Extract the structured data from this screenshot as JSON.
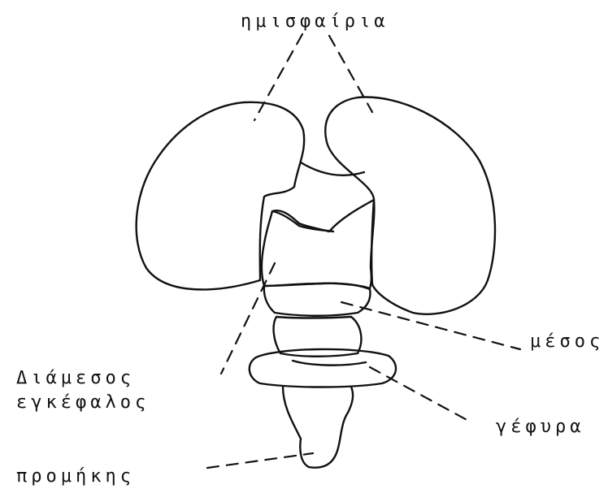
{
  "labels": {
    "hemispheres": "ημισφαίρια",
    "midbrain": "μέσος",
    "diencephalon_line1": "Διάμεσος",
    "diencephalon_line2": "εγκέφαλος",
    "pons": "γέφυρα",
    "medulla": "προμήκης"
  },
  "colors": {
    "ink": "#111111",
    "background": "#ffffff"
  }
}
